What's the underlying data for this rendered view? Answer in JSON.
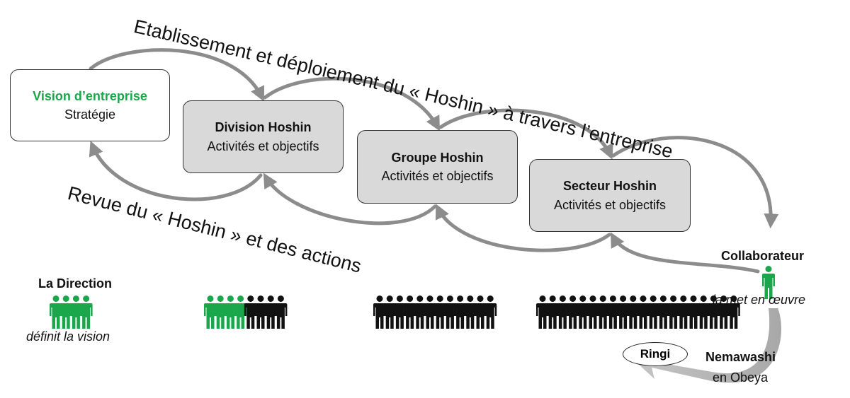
{
  "top_caption": "Etablissement et déploiement du « Hoshin » à travers l’entreprise",
  "bottom_caption": "Revue du « Hoshin » et des actions",
  "boxes": [
    {
      "title": "Vision d’entreprise",
      "subtitle": "Stratégie"
    },
    {
      "title": "Division Hoshin",
      "subtitle": "Activités et objectifs"
    },
    {
      "title": "Groupe Hoshin",
      "subtitle": "Activités et objectifs"
    },
    {
      "title": "Secteur Hoshin",
      "subtitle": "Activités et objectifs"
    }
  ],
  "direction": {
    "title": "La Direction",
    "caption": "définit la vision"
  },
  "collaborateur": {
    "title": "Collaborateur",
    "caption": "la met en œuvre"
  },
  "nemawashi": {
    "title": "Nemawashi",
    "caption": "en Obeya"
  },
  "ringi": "Ringi",
  "colors": {
    "accent_green": "#1aa64a",
    "box_grey": "#d9d9d9",
    "arrow_grey": "#8c8c8c",
    "people_black": "#111111"
  },
  "crowds": [
    {
      "green": 4,
      "black": 0
    },
    {
      "green": 4,
      "black": 4
    },
    {
      "green": 0,
      "black": 12
    },
    {
      "green": 0,
      "black": 20
    }
  ]
}
